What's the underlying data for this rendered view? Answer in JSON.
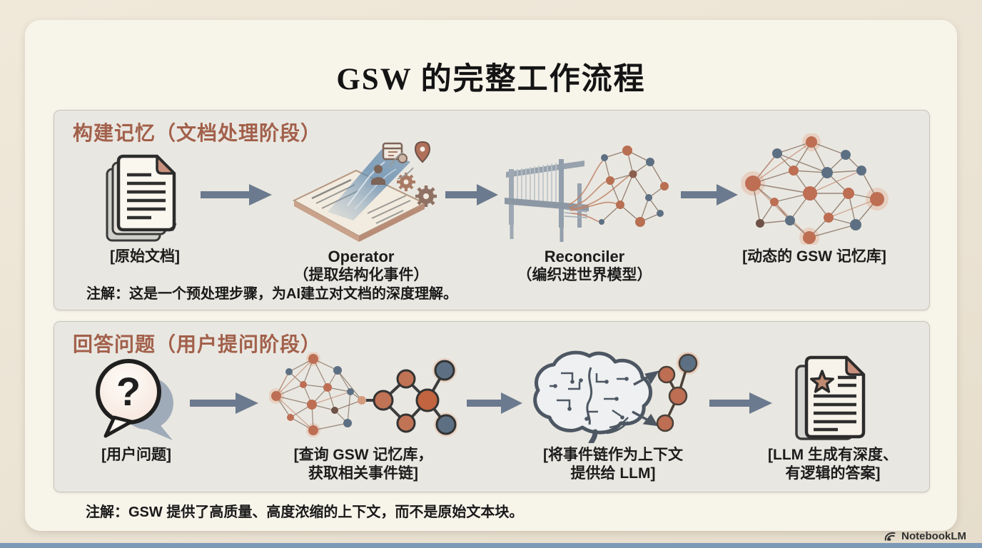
{
  "title": "GSW 的完整工作流程",
  "watermark": {
    "brand": "NotebookLM"
  },
  "panel1": {
    "header": "构建记忆（文档处理阶段）",
    "steps": {
      "s1": {
        "label": "[原始文档]"
      },
      "s2": {
        "line1": "Operator",
        "line2": "（提取结构化事件）"
      },
      "s3": {
        "line1": "Reconciler",
        "line2": "（编织进世界模型）"
      },
      "s4": {
        "label": "[动态的 GSW 记忆库]"
      }
    },
    "note": "注解：这是一个预处理步骤，为AI建立对文档的深度理解。"
  },
  "panel2": {
    "header": "回答问题（用户提问阶段）",
    "steps": {
      "s1": {
        "label": "[用户问题]",
        "glyph": "?"
      },
      "s2": {
        "line1": "[查询 GSW 记忆库，",
        "line2": "获取相关事件链]"
      },
      "s3": {
        "line1": "[将事件链作为上下文",
        "line2": "提供给 LLM]"
      },
      "s4": {
        "line1": "[LLM 生成有深度、",
        "line2": "有逻辑的答案]"
      }
    },
    "note": "注解：GSW 提供了高质量、高度浓缩的上下文，而不是原始文本块。"
  },
  "icons": {
    "step_icons": [
      "source-documents-icon",
      "operator-extraction-icon",
      "reconciler-loom-icon",
      "gsw-memory-network-icon",
      "user-question-icon",
      "query-memory-icon",
      "brain-context-icon",
      "answer-document-icon"
    ],
    "arrow": "→"
  },
  "colors": {
    "page_bg": "#ece4d5",
    "card_bg": "#f7f4ea",
    "panel_bg": "#e9e7e1",
    "panel_border": "#c7c5be",
    "header_text": "#a2604b",
    "arrow": "#6b7a8e",
    "node_orange": "#bd6e53",
    "node_slate": "#5d7083",
    "dogear_tan": "#c9917d",
    "bottom_strip": "#7d99b8"
  }
}
